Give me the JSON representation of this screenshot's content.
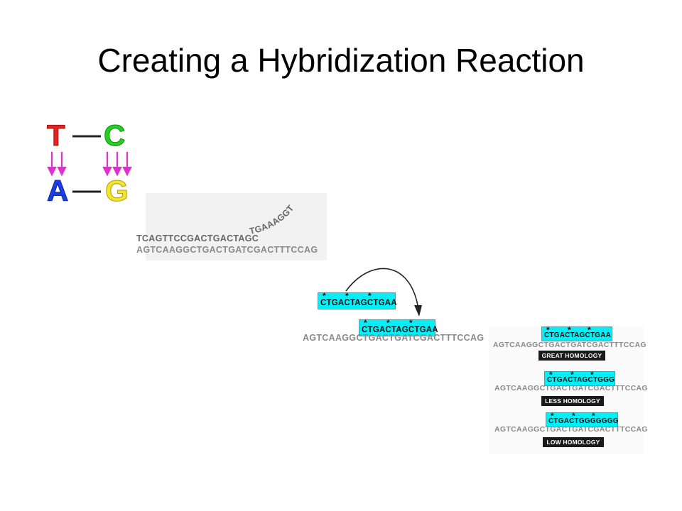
{
  "slide": {
    "title": "Creating a Hybridization Reaction"
  },
  "base_pairing": {
    "top_left": "T",
    "top_right": "C",
    "bottom_left": "A",
    "bottom_right": "G",
    "colors": {
      "T": "#e8231f",
      "C": "#22d11e",
      "A": "#1b3fe6",
      "G": "#f2e52a",
      "arrows": "#e030d0"
    }
  },
  "annealing": {
    "upper_strand": "TCAGTTCCGACTGACTAGCTGAAAGGT",
    "lower_strand": "AGTCAAGGCTGACTGATCGACTTTCCAG"
  },
  "probe_binding": {
    "probe_sequence": "CTGACTAGCTGAA",
    "bound_probe_sequence": "CTGACTAGCTGAA",
    "target": "AGTCAAGGCTGACTGATCGACTTTCCAG",
    "star": "*"
  },
  "homology": [
    {
      "probe": "CTGACTAGCTGAA",
      "target": "AGTCAAGGCTGACTGATCGACTTTCCAG",
      "label": "GREAT HOMOLOGY"
    },
    {
      "probe": "CTGACTAGCTGGG",
      "target": "AGTCAAGGCTGACTGATCGACTTTCCAG",
      "label": "LESS HOMOLOGY"
    },
    {
      "probe": "CTGACTGGGGGGG",
      "target": "AGTCAAGGCTGACTGATCGACTTTCCAG",
      "label": "LOW HOMOLOGY"
    }
  ]
}
